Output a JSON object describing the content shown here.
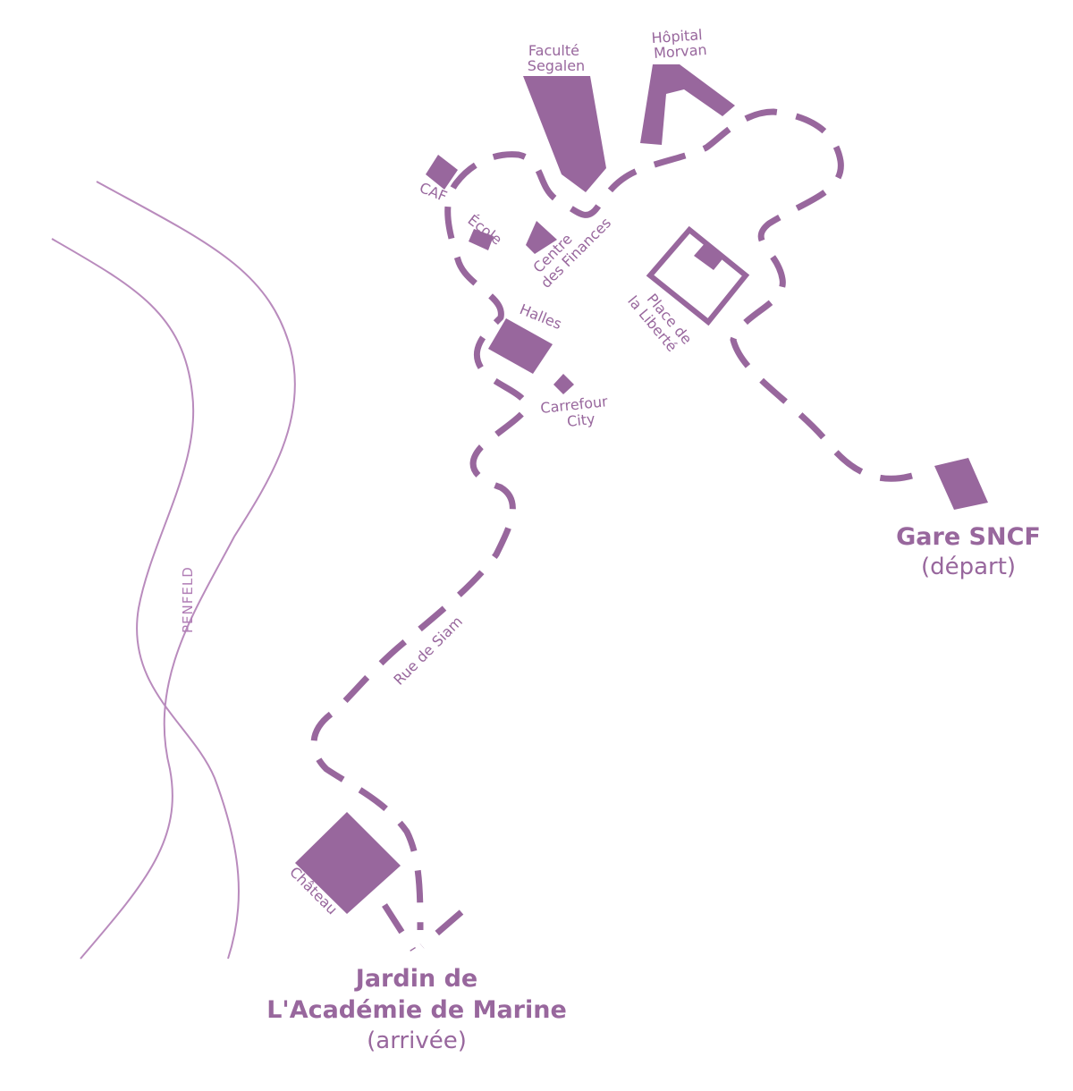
{
  "colors": {
    "accent": "#98679d",
    "river": "#b98bbd"
  },
  "river": {
    "name": "PENFELD"
  },
  "street": {
    "name": "Rue de Siam"
  },
  "places": {
    "faculte": [
      "Faculté",
      "Segalen"
    ],
    "hopital": [
      "Hôpital",
      "Morvan"
    ],
    "caf": "CAF",
    "ecole": "École",
    "finances": [
      "Centre",
      "des Finances"
    ],
    "place_liberte": [
      "Place de",
      "la Liberté"
    ],
    "halles": "Halles",
    "carrefour": [
      "Carrefour",
      "City"
    ],
    "chateau": "Château"
  },
  "start": {
    "name": "Gare SNCF",
    "tag": "(départ)"
  },
  "finish": {
    "name_line1": "Jardin de",
    "name_line2": "L'Académie de Marine",
    "tag": "(arrivée)"
  }
}
